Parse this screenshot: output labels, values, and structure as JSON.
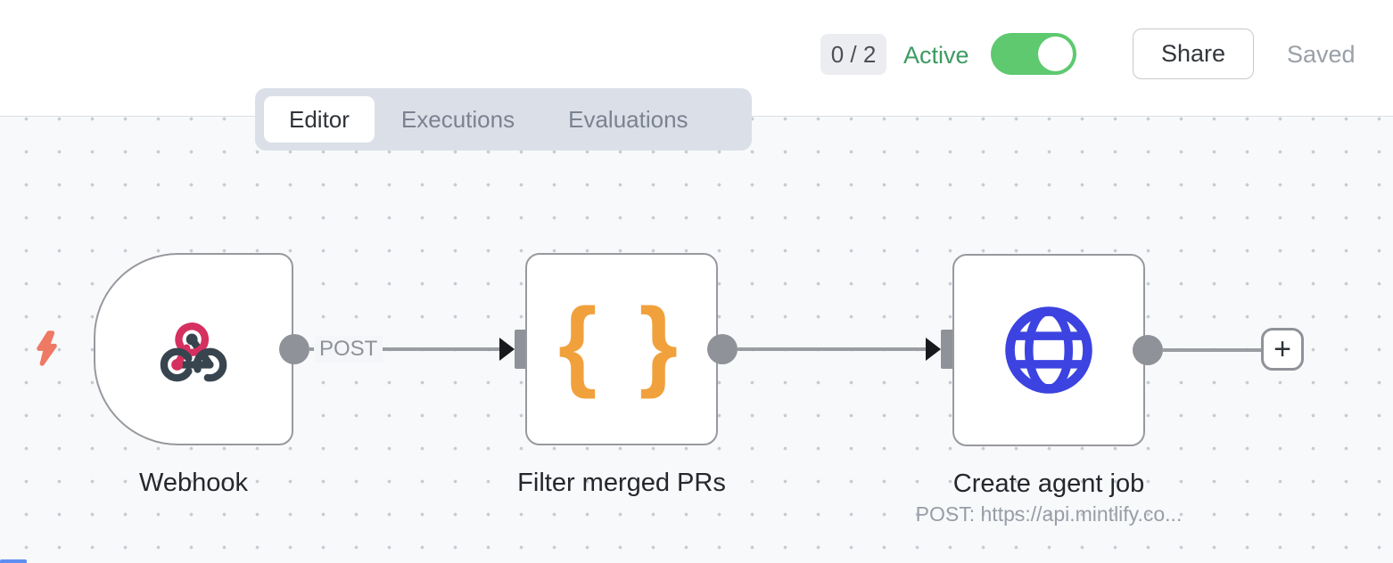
{
  "header": {
    "badge": "0 / 2",
    "active_label": "Active",
    "toggle_state": "on",
    "share_label": "Share",
    "saved_label": "Saved"
  },
  "tabs": [
    {
      "label": "Editor",
      "active": true
    },
    {
      "label": "Executions",
      "active": false
    },
    {
      "label": "Evaluations",
      "active": false
    }
  ],
  "canvas": {
    "connection_label": "POST",
    "add_node_label": "+",
    "nodes": [
      {
        "name": "Webhook",
        "type": "webhook-trigger",
        "icon": "webhook-icon"
      },
      {
        "name": "Filter merged PRs",
        "type": "code",
        "icon": "curly-braces-icon"
      },
      {
        "name": "Create agent job",
        "type": "http-request",
        "icon": "globe-icon",
        "subtitle": "POST: https://api.mintlify.co..."
      }
    ]
  },
  "colors": {
    "toggle_green": "#5ec96f",
    "active_text_green": "#3d9b63",
    "canvas_bg": "#f8f9fb",
    "node_border": "#97999e",
    "connector_gray": "#8f9298",
    "webhook_pink": "#d5305f",
    "webhook_slate": "#38444e",
    "code_orange": "#f1a13c",
    "http_blue": "#3c43e0",
    "bolt_coral": "#ee7964"
  }
}
